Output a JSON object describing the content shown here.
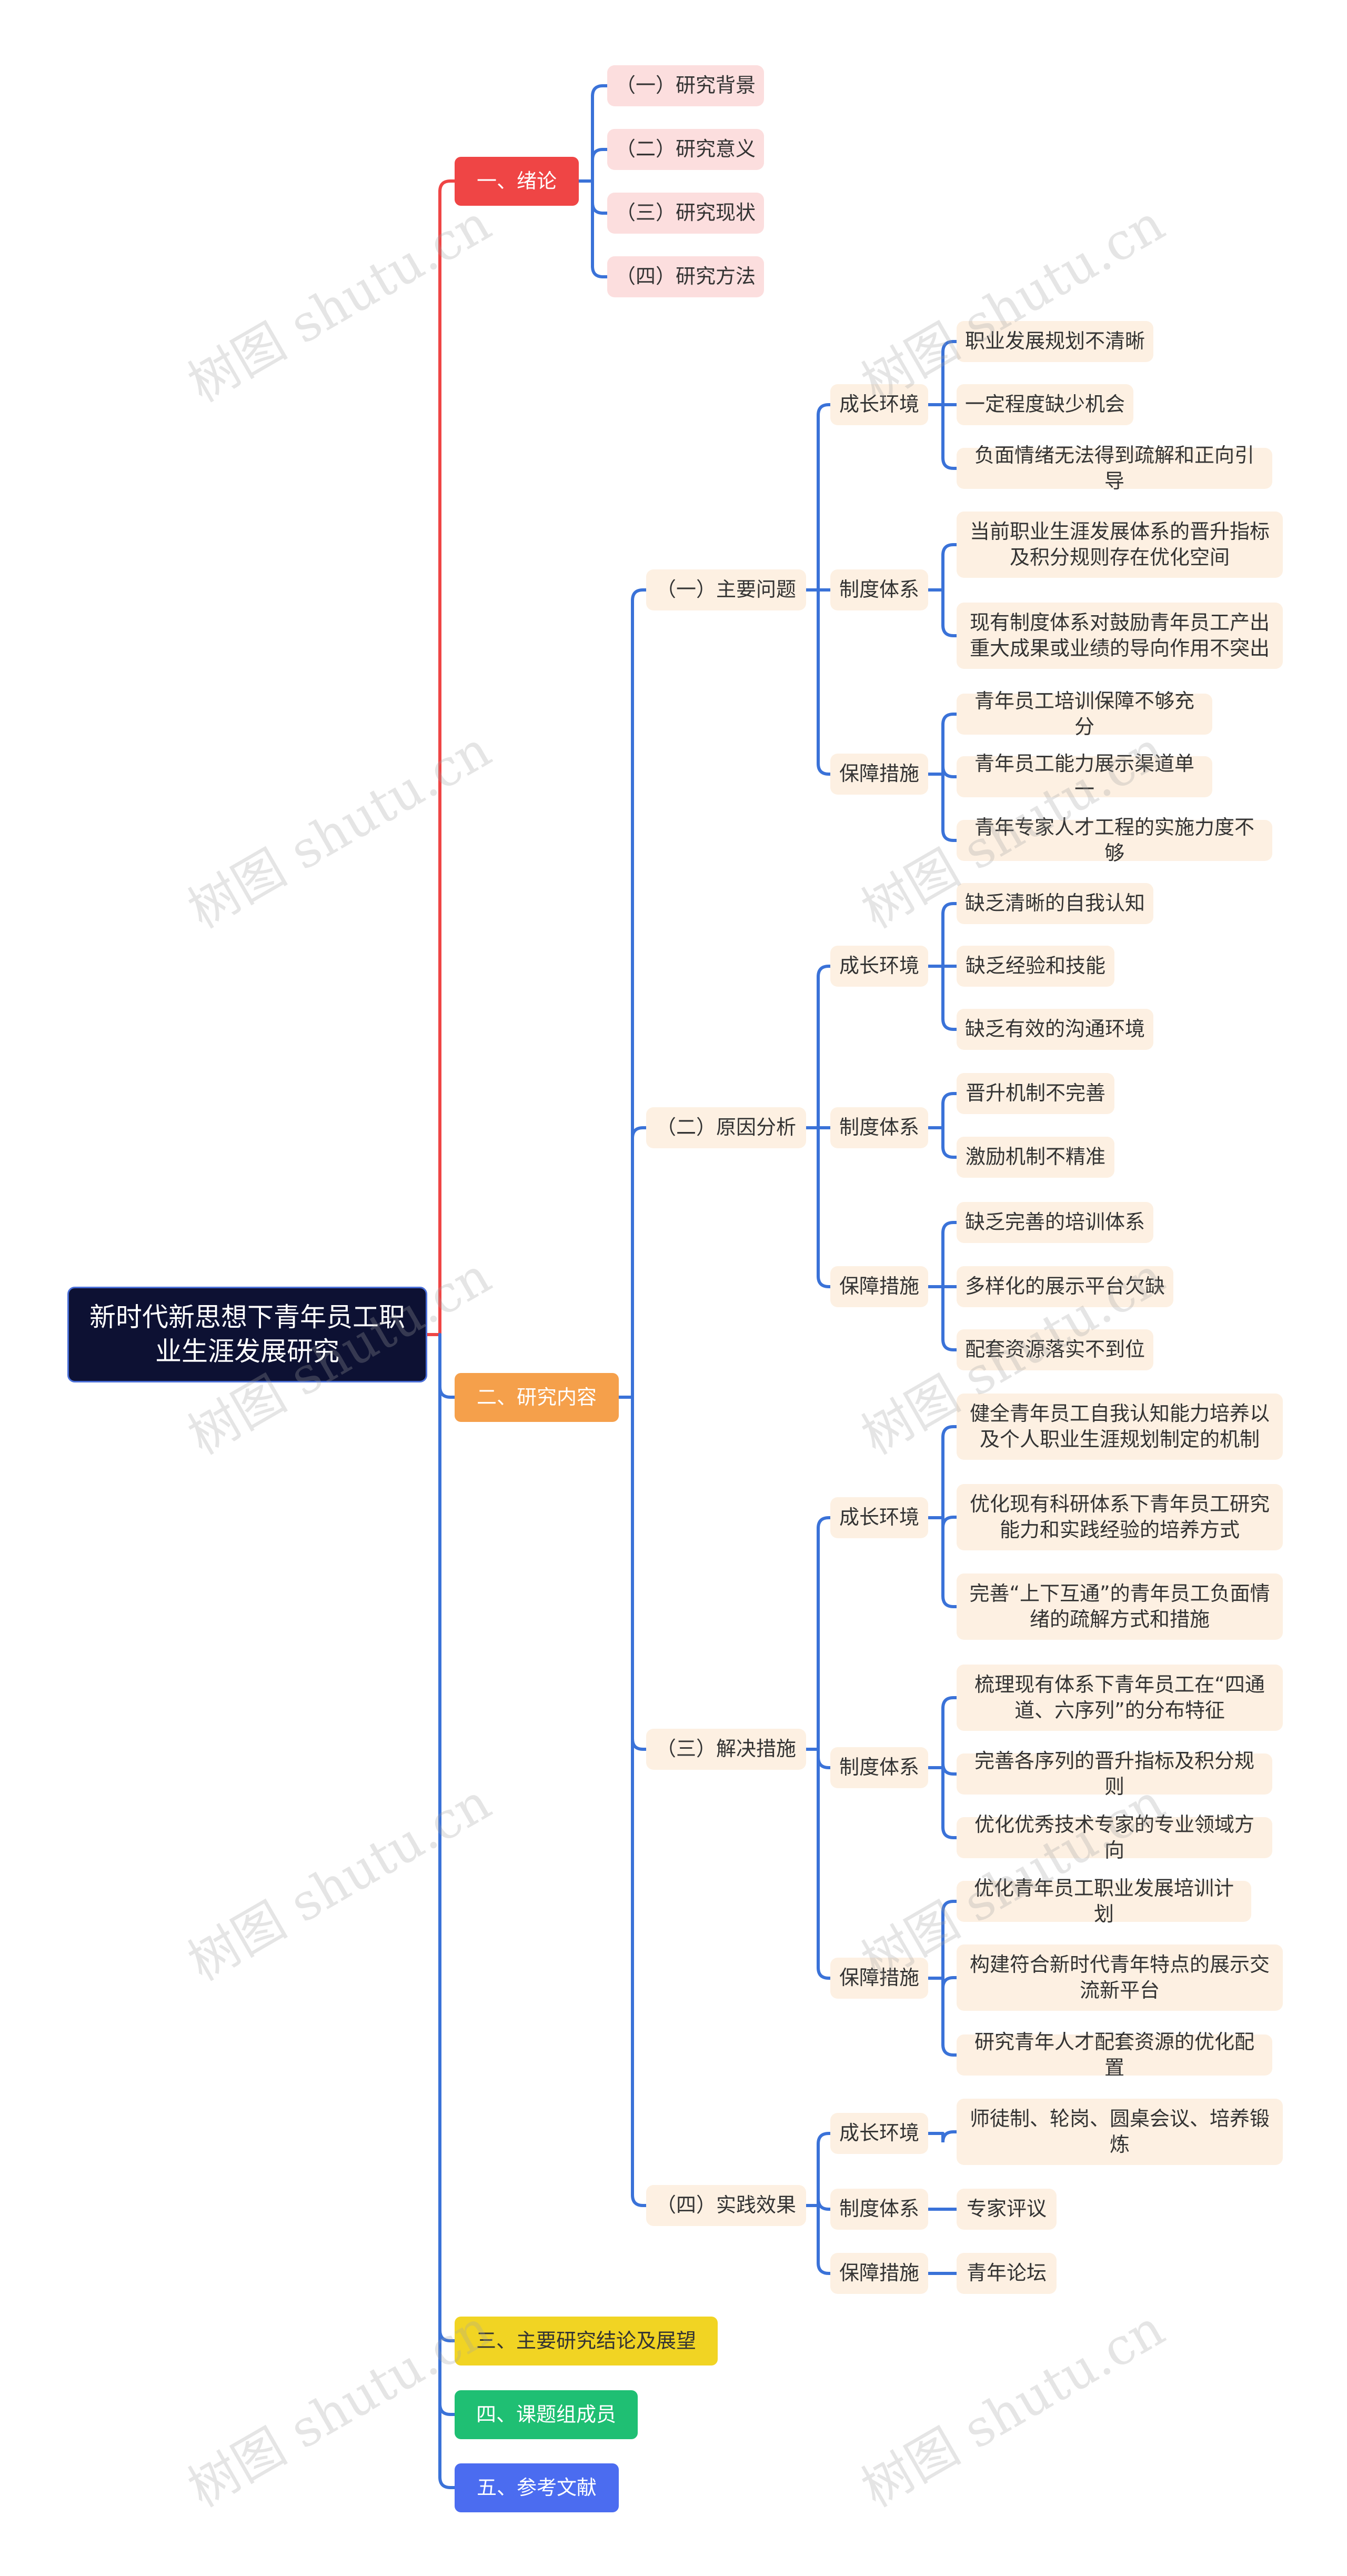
{
  "root": "新时代新思想下青年员工职业生涯发展研究",
  "branches": {
    "intro": {
      "label": "一、绪论",
      "color": "#ef4545",
      "children": [
        "（一）研究背景",
        "（二）研究意义",
        "（三）研究现状",
        "（四）研究方法"
      ]
    },
    "content": {
      "label": "二、研究内容",
      "color": "#f5a04b",
      "sections": [
        {
          "label": "（一）主要问题",
          "groups": [
            {
              "label": "成长环境",
              "items": [
                "职业发展规划不清晰",
                "一定程度缺少机会",
                "负面情绪无法得到疏解和正向引导"
              ]
            },
            {
              "label": "制度体系",
              "items": [
                "当前职业生涯发展体系的晋升指标及积分规则存在优化空间",
                "现有制度体系对鼓励青年员工产出重大成果或业绩的导向作用不突出"
              ]
            },
            {
              "label": "保障措施",
              "items": [
                "青年员工培训保障不够充分",
                "青年员工能力展示渠道单一",
                "青年专家人才工程的实施力度不够"
              ]
            }
          ]
        },
        {
          "label": "（二）原因分析",
          "groups": [
            {
              "label": "成长环境",
              "items": [
                "缺乏清晰的自我认知",
                "缺乏经验和技能",
                "缺乏有效的沟通环境"
              ]
            },
            {
              "label": "制度体系",
              "items": [
                "晋升机制不完善",
                "激励机制不精准"
              ]
            },
            {
              "label": "保障措施",
              "items": [
                "缺乏完善的培训体系",
                "多样化的展示平台欠缺",
                "配套资源落实不到位"
              ]
            }
          ]
        },
        {
          "label": "（三）解决措施",
          "groups": [
            {
              "label": "成长环境",
              "items": [
                "健全青年员工自我认知能力培养以及个人职业生涯规划制定的机制",
                "优化现有科研体系下青年员工研究能力和实践经验的培养方式",
                "完善“上下互通”的青年员工负面情绪的疏解方式和措施"
              ]
            },
            {
              "label": "制度体系",
              "items": [
                "梳理现有体系下青年员工在“四通道、六序列”的分布特征",
                "完善各序列的晋升指标及积分规则",
                "优化优秀技术专家的专业领域方向"
              ]
            },
            {
              "label": "保障措施",
              "items": [
                "优化青年员工职业发展培训计划",
                "构建符合新时代青年特点的展示交流新平台",
                "研究青年人才配套资源的优化配置"
              ]
            }
          ]
        },
        {
          "label": "（四）实践效果",
          "groups": [
            {
              "label": "成长环境",
              "items": [
                "师徒制、轮岗、圆桌会议、培养锻炼"
              ]
            },
            {
              "label": "制度体系",
              "items": [
                "专家评议"
              ]
            },
            {
              "label": "保障措施",
              "items": [
                "青年论坛"
              ]
            }
          ]
        }
      ]
    },
    "conclusion": {
      "label": "三、主要研究结论及展望",
      "color": "#f1d423"
    },
    "members": {
      "label": "四、课题组成员",
      "color": "#1fbf73"
    },
    "references": {
      "label": "五、参考文献",
      "color": "#4b6cf0"
    }
  },
  "line_colors": {
    "red": "#ef4545",
    "blue": "#3a72d8"
  },
  "watermark": "树图 shutu.cn"
}
